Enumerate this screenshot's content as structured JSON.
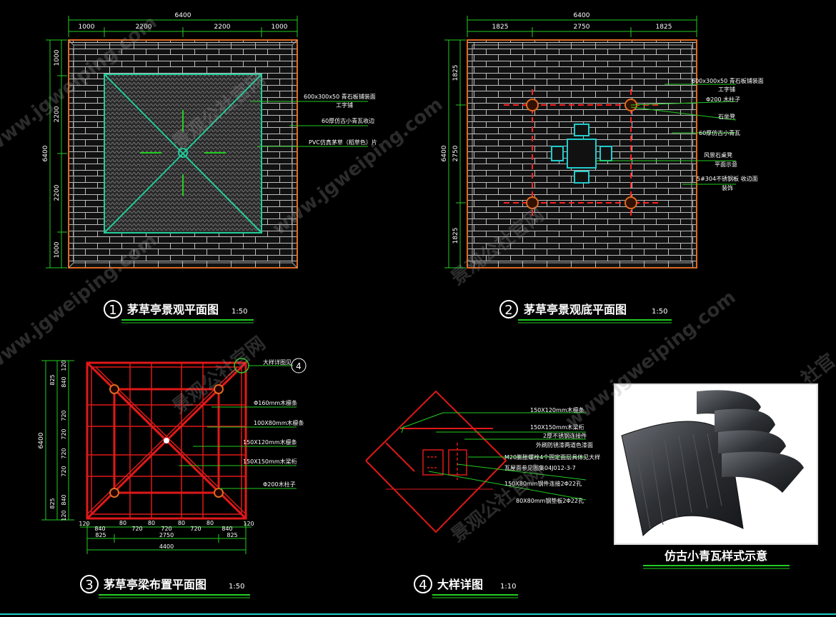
{
  "drawing1": {
    "number": "1",
    "title": "茅草亭景观平面图",
    "scale": "1:50",
    "top_total": "6400",
    "top_dims": [
      "1000",
      "2200",
      "2200",
      "1000"
    ],
    "left_total": "6400",
    "left_dims": [
      "1000",
      "2200",
      "2200",
      "1000"
    ],
    "notes": [
      "600x300x50 青石板铺装面",
      "工字铺",
      "60厚仿古小青瓦收边",
      "PVC仿真茅草（稻草色）片"
    ]
  },
  "drawing2": {
    "number": "2",
    "title": "茅草亭景观底平面图",
    "scale": "1:50",
    "top_total": "6400",
    "top_dims": [
      "1825",
      "2750",
      "1825"
    ],
    "left_total": "6400",
    "left_dims": [
      "1825",
      "2750",
      "1825"
    ],
    "notes": [
      "600x300x50 青石板铺装面",
      "工字铺",
      "Φ200 木柱子",
      "石坐凳",
      "60厚仿古小青瓦",
      "风景石桌凳",
      "平面示意",
      "5#304不锈钢板  收边面",
      "装饰"
    ]
  },
  "drawing3": {
    "number": "3",
    "title": "茅草亭梁布置平面图",
    "scale": "1:50",
    "detail_ref": "4",
    "detail_note": "大样详图见",
    "left_total": "6400",
    "left_dims": [
      "825",
      "120",
      "840",
      "720",
      "720",
      "720",
      "720",
      "840",
      "120",
      "825"
    ],
    "bottom_row1": [
      "120",
      "840",
      "80",
      "720",
      "80",
      "720",
      "80",
      "720",
      "80",
      "840",
      "120"
    ],
    "bottom_row2": [
      "825",
      "2750",
      "825"
    ],
    "bottom_total": "4400",
    "notes": [
      "Φ160mm木檩条",
      "100X80mm木檩条",
      "150X120mm木檩条",
      "150X150mm木梁桁",
      "Φ200木柱子"
    ]
  },
  "drawing4": {
    "number": "4",
    "title": "大样详图",
    "scale": "1:10",
    "notes": [
      "150X120mm木檩条",
      "150X150mm木梁桁",
      "2厚不锈钢连接件",
      "外刷防锈漆两道色漆面",
      "M20膨胀螺栓4个固定面层具体见大样",
      "瓦屋面参见图集04J012-3-7",
      "150X80mm钢件连接2Φ22孔",
      "80X80mm钢垫板2Φ22孔"
    ]
  },
  "photo": {
    "caption": "仿古小青瓦样式示意"
  },
  "watermarks": [
    "www.jgweiping.com",
    "景观公社官网",
    "www.jgweiping.com",
    "景观公社官网",
    "www.jgweiping.com",
    "景观公社官网",
    "www.jgweiping.com",
    "景观公社官网",
    "社官"
  ],
  "colors": {
    "background": "#000000",
    "dim_line": "#22cc22",
    "beam": "#e01818",
    "boundary": "#e06a20",
    "axis": "#ff2222",
    "leader": "#22cc22",
    "stone_table": "#22cccc",
    "text": "#ffffff"
  }
}
